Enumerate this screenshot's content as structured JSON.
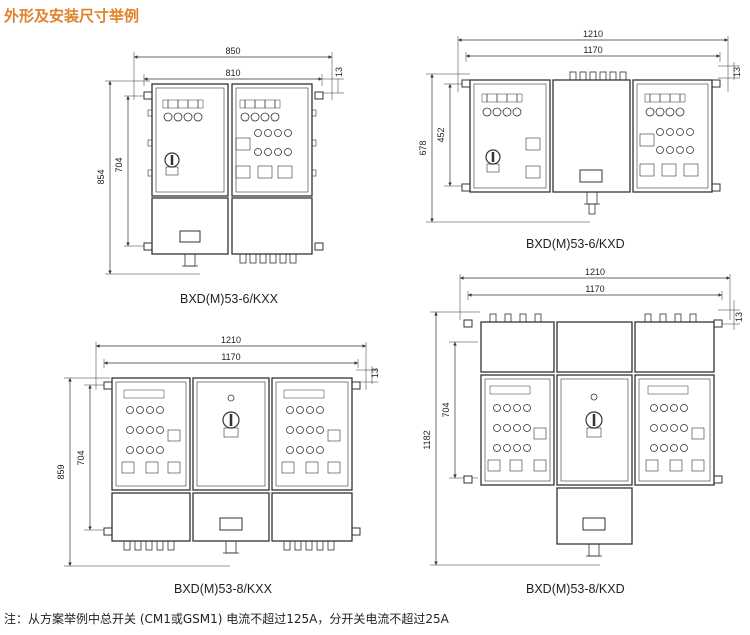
{
  "title": "外形及安装尺寸举例",
  "note": "注：从方案举例中总开关 (CM1或GSM1) 电流不超过125A，分开关电流不超过25A",
  "figures": [
    {
      "caption": "BXD(M)53-6/KXX",
      "dims": {
        "overall_width": "850",
        "mount_width": "810",
        "flange": "13",
        "mount_height": "704",
        "overall_height": "854"
      }
    },
    {
      "caption": "BXD(M)53-6/KXD",
      "dims": {
        "overall_width": "1210",
        "mount_width": "1170",
        "flange": "13",
        "mount_height": "452",
        "overall_height": "678"
      }
    },
    {
      "caption": "BXD(M)53-8/KXX",
      "dims": {
        "overall_width": "1210",
        "mount_width": "1170",
        "flange": "13",
        "mount_height": "704",
        "overall_height": "859"
      }
    },
    {
      "caption": "BXD(M)53-8/KXD",
      "dims": {
        "overall_width": "1210",
        "mount_width": "1170",
        "flange": "13",
        "mount_height": "704",
        "overall_height": "1182"
      }
    }
  ]
}
